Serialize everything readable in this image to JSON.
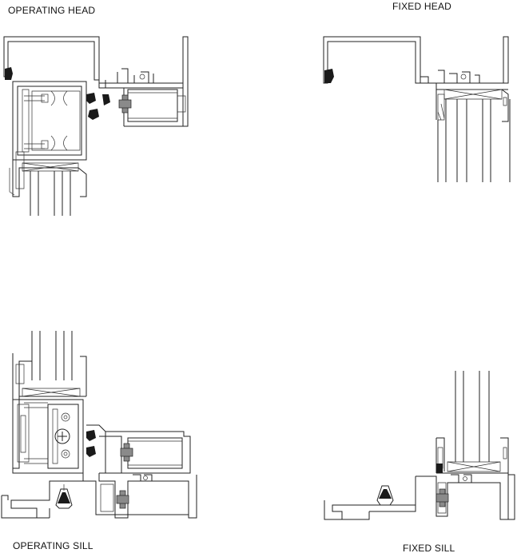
{
  "labels": {
    "operating_head": "OPERATING HEAD",
    "fixed_head": "FIXED HEAD",
    "operating_sill": "OPERATING SILL",
    "fixed_sill": "FIXED SILL"
  },
  "colors": {
    "line": "#222222",
    "gasket": "#1a1a1a",
    "thermal_break": "#8a8a8a",
    "background": "#ffffff"
  }
}
